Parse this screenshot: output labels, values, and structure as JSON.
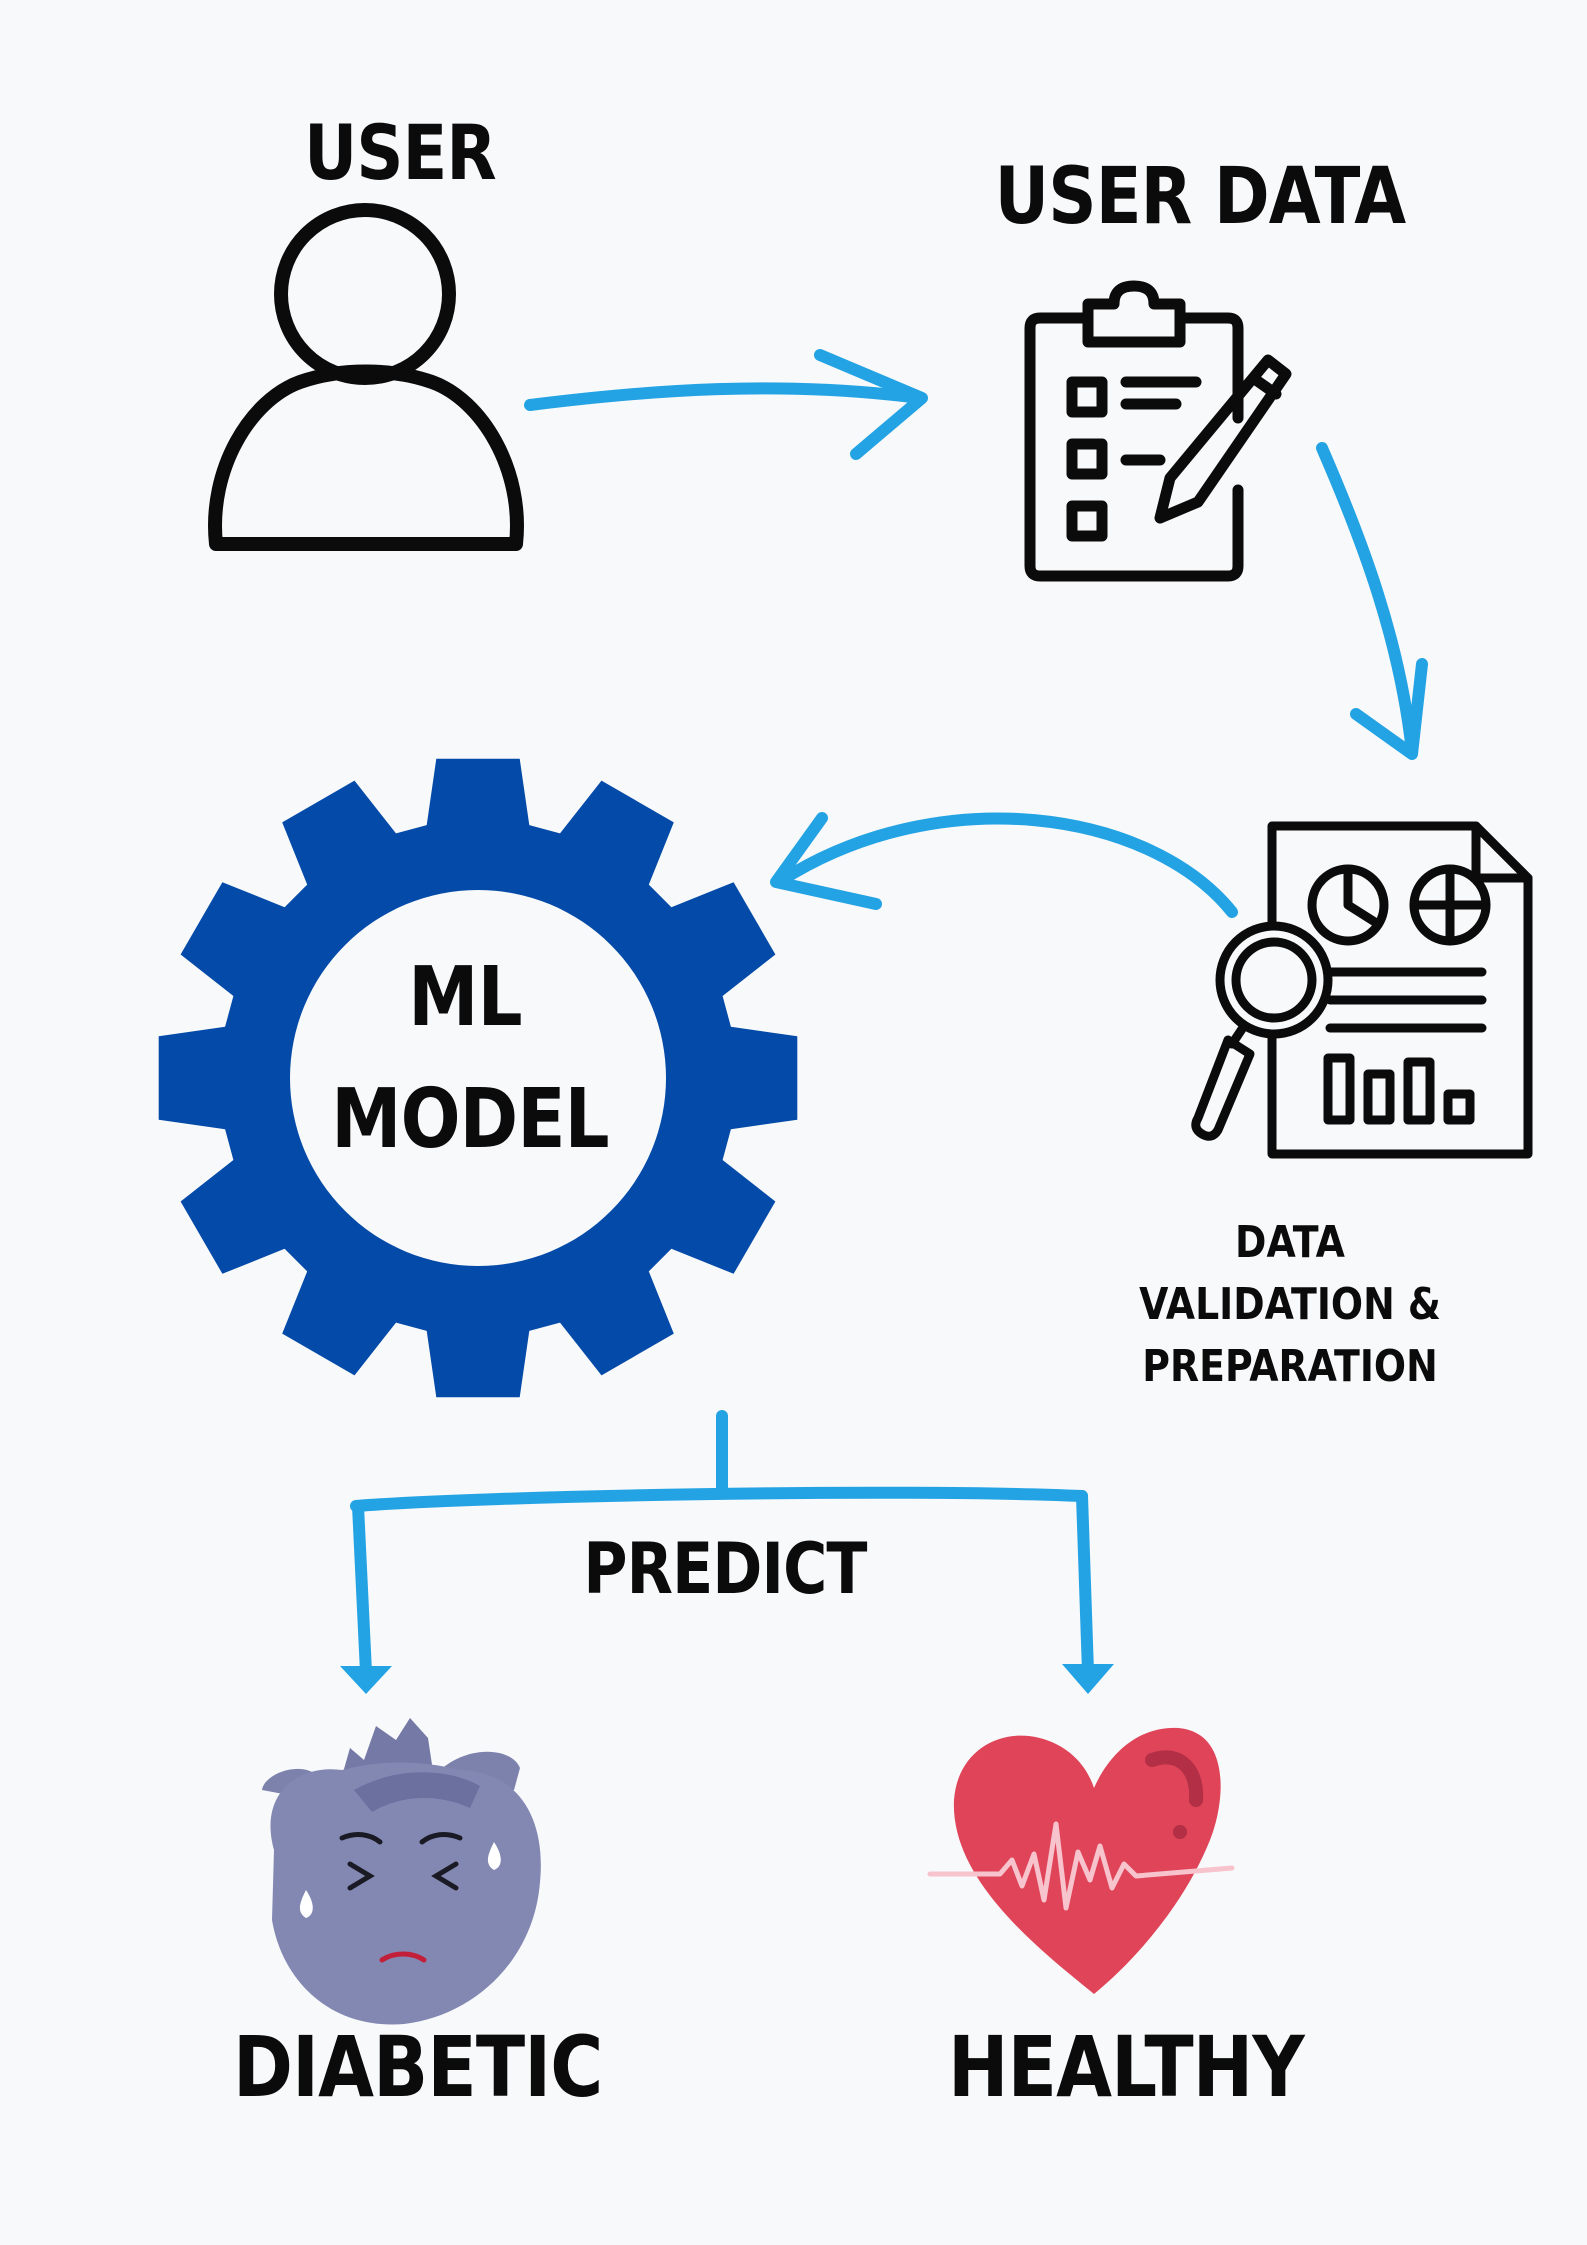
{
  "labels": {
    "user": "USER",
    "user_data": "USER DATA",
    "validation": [
      "DATA",
      "VALIDATION &",
      "PREPARATION"
    ],
    "ml": "ML",
    "model": "MODEL",
    "predict": "PREDICT",
    "diabetic": "DIABETIC",
    "healthy": "HEALTHY"
  },
  "icons": {
    "user": "user-icon",
    "user_data": "clipboard-checklist-icon",
    "validation": "document-magnifier-icon",
    "model": "gear-icon",
    "diabetic": "sad-heart-icon",
    "healthy": "heartbeat-heart-icon"
  },
  "colors": {
    "background": "#f8f9fa",
    "arrow": "#23a3e4",
    "gear": "#044aa8",
    "sad_heart": "#8388b3",
    "healthy_heart": "#df4459",
    "ink": "#0b0b0b"
  }
}
